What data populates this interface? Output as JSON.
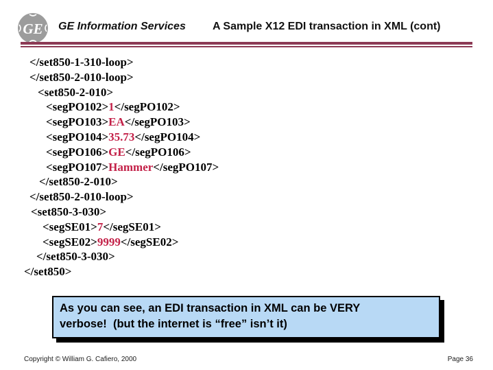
{
  "header": {
    "brand": "GE Information Services",
    "title": "A Sample X12 EDI transaction in XML (cont)"
  },
  "logo": {
    "monogram": "GE"
  },
  "code_lines": [
    {
      "indent": 8,
      "parts": [
        {
          "text": "</set850-1-310-loop>",
          "red": false
        }
      ]
    },
    {
      "indent": 8,
      "parts": [
        {
          "text": "</set850-2-010-loop>",
          "red": false
        }
      ]
    },
    {
      "indent": 20,
      "parts": [
        {
          "text": "<set850-2-010>",
          "red": false
        }
      ]
    },
    {
      "indent": 32,
      "parts": [
        {
          "text": "<segPO102>",
          "red": false
        },
        {
          "text": "1",
          "red": true
        },
        {
          "text": "</segPO102>",
          "red": false
        }
      ]
    },
    {
      "indent": 32,
      "parts": [
        {
          "text": "<segPO103>",
          "red": false
        },
        {
          "text": "EA",
          "red": true
        },
        {
          "text": "</segPO103>",
          "red": false
        }
      ]
    },
    {
      "indent": 32,
      "parts": [
        {
          "text": "<segPO104>",
          "red": false
        },
        {
          "text": "35.73",
          "red": true
        },
        {
          "text": "</segPO104>",
          "red": false
        }
      ]
    },
    {
      "indent": 32,
      "parts": [
        {
          "text": "<segPO106>",
          "red": false
        },
        {
          "text": "GE",
          "red": true
        },
        {
          "text": "</segPO106>",
          "red": false
        }
      ]
    },
    {
      "indent": 32,
      "parts": [
        {
          "text": "<segPO107>",
          "red": false
        },
        {
          "text": "Hammer",
          "red": true
        },
        {
          "text": "</segPO107>",
          "red": false
        }
      ]
    },
    {
      "indent": 22,
      "parts": [
        {
          "text": "</set850-2-010>",
          "red": false
        }
      ]
    },
    {
      "indent": 8,
      "parts": [
        {
          "text": "</set850-2-010-loop>",
          "red": false
        }
      ]
    },
    {
      "indent": 10,
      "parts": [
        {
          "text": "<set850-3-030>",
          "red": false
        }
      ]
    },
    {
      "indent": 27,
      "parts": [
        {
          "text": "<segSE01>",
          "red": false
        },
        {
          "text": "7",
          "red": true
        },
        {
          "text": "</segSE01>",
          "red": false
        }
      ]
    },
    {
      "indent": 27,
      "parts": [
        {
          "text": "<segSE02>",
          "red": false
        },
        {
          "text": "9999",
          "red": true
        },
        {
          "text": "</segSE02>",
          "red": false
        }
      ]
    },
    {
      "indent": 18,
      "parts": [
        {
          "text": "</set850-3-030>",
          "red": false
        }
      ]
    },
    {
      "indent": 0,
      "parts": [
        {
          "text": "</set850>",
          "red": false
        }
      ]
    }
  ],
  "callout": {
    "lines": [
      "As you can see, an EDI transaction in XML can be VERY",
      "verbose!  (but the internet is “free” isn’t it)"
    ]
  },
  "footer": {
    "copyright": "Copyright © William G. Cafiero, 2000",
    "page_label": "Page 36"
  },
  "colors": {
    "rule_maroon": "#8c3a55",
    "value_red": "#c32148",
    "callout_bg": "#b8d9f5",
    "logo_gray": "#9c9c9c"
  }
}
